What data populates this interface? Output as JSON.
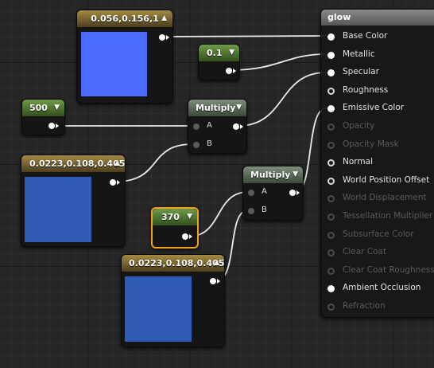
{
  "nodes": {
    "base_color_vec": {
      "title": "0.056,0.156,1",
      "swatch": "#4a6bfd"
    },
    "metallic_const": {
      "title": "0.1"
    },
    "const_500": {
      "title": "500"
    },
    "multiply_1": {
      "title": "Multiply",
      "pin_a": "A",
      "pin_b": "B"
    },
    "vec_2": {
      "title": "0.0223,0.108,0.405",
      "swatch": "#2f5bb5"
    },
    "multiply_2": {
      "title": "Multiply",
      "pin_a": "A",
      "pin_b": "B"
    },
    "const_370": {
      "title": "370"
    },
    "vec_3": {
      "title": "0.0223,0.108,0.405",
      "swatch": "#2f5bb5"
    }
  },
  "material": {
    "title": "glow",
    "inputs": [
      {
        "label": "Base Color",
        "state": "connected"
      },
      {
        "label": "Metallic",
        "state": "connected"
      },
      {
        "label": "Specular",
        "state": "connected"
      },
      {
        "label": "Roughness",
        "state": "available"
      },
      {
        "label": "Emissive Color",
        "state": "connected"
      },
      {
        "label": "Opacity",
        "state": "disabled"
      },
      {
        "label": "Opacity Mask",
        "state": "disabled"
      },
      {
        "label": "Normal",
        "state": "available"
      },
      {
        "label": "World Position Offset",
        "state": "available"
      },
      {
        "label": "World Displacement",
        "state": "disabled"
      },
      {
        "label": "Tessellation Multiplier",
        "state": "disabled"
      },
      {
        "label": "Subsurface Color",
        "state": "disabled"
      },
      {
        "label": "Clear Coat",
        "state": "disabled"
      },
      {
        "label": "Clear Coat Roughness",
        "state": "disabled"
      },
      {
        "label": "Ambient Occlusion",
        "state": "connected"
      },
      {
        "label": "Refraction",
        "state": "disabled"
      }
    ]
  },
  "colors": {
    "selection": "#f2a01f",
    "wire": "#ececec",
    "background": "#262626"
  }
}
